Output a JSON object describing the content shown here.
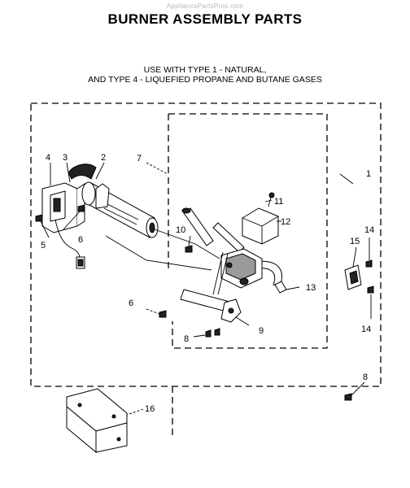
{
  "watermark": "AppliancePartsPros.com",
  "title": "BURNER ASSEMBLY PARTS",
  "subtitle": {
    "line1": "USE WITH TYPE 1 - NATURAL,",
    "line2": "AND TYPE 4 - LIQUEFIED PROPANE AND BUTANE GASES"
  },
  "callouts": {
    "c1": "1",
    "c2": "2",
    "c3": "3",
    "c4": "4",
    "c5": "5",
    "c6": "6",
    "c6b": "6",
    "c7": "7",
    "c8": "8",
    "c8b": "8",
    "c9": "9",
    "c10": "10",
    "c11": "11",
    "c12": "12",
    "c13": "13",
    "c14": "14",
    "c14b": "14",
    "c15": "15",
    "c16": "16"
  }
}
